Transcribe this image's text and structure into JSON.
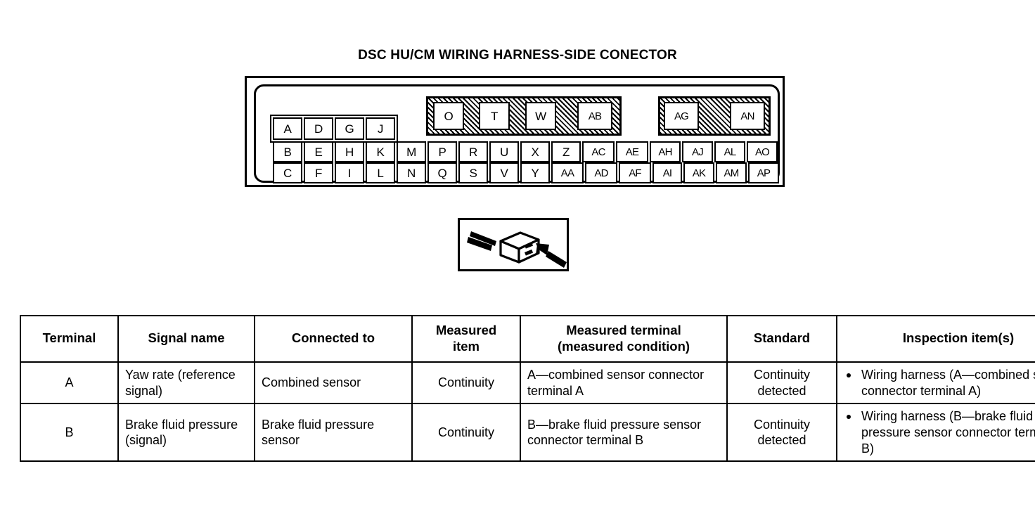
{
  "diagram": {
    "title": "DSC HU/CM WIRING HARNESS-SIDE CONECTOR",
    "connector": {
      "top_row": {
        "plain_group": [
          "A",
          "D",
          "G",
          "J"
        ],
        "hatched_group_1": [
          "O",
          "T",
          "W",
          "AB"
        ],
        "hatched_group_2": [
          "AG",
          "AN"
        ]
      },
      "middle_row": [
        "B",
        "E",
        "H",
        "K",
        "M",
        "P",
        "R",
        "U",
        "X",
        "Z",
        "AC",
        "AE",
        "AH",
        "AJ",
        "AL",
        "AO"
      ],
      "bottom_row": [
        "C",
        "F",
        "I",
        "L",
        "N",
        "Q",
        "S",
        "V",
        "Y",
        "AA",
        "AD",
        "AF",
        "AI",
        "AK",
        "AM",
        "AP"
      ]
    },
    "illustration": {
      "name": "connector-with-arrow-illustration"
    }
  },
  "table": {
    "headers": {
      "terminal": "Terminal",
      "signal_name": "Signal name",
      "connected_to": "Connected to",
      "measured_item_line1": "Measured",
      "measured_item_line2": "item",
      "measured_terminal_line1": "Measured terminal",
      "measured_terminal_line2": "(measured condition)",
      "standard": "Standard",
      "inspection_items": "Inspection item(s)"
    },
    "rows": [
      {
        "terminal": "A",
        "signal_name": "Yaw rate (reference signal)",
        "connected_to": "Combined sensor",
        "measured_item": "Continuity",
        "measured_terminal": "A—combined sensor connector terminal A",
        "standard": "Continuity detected",
        "inspection_items": [
          "Wiring harness (A—combined sensor connector terminal A)"
        ]
      },
      {
        "terminal": "B",
        "signal_name": "Brake fluid pressure (signal)",
        "connected_to": "Brake fluid pressure sensor",
        "measured_item": "Continuity",
        "measured_terminal": "B—brake fluid pressure sensor connector terminal B",
        "standard": "Continuity detected",
        "inspection_items": [
          "Wiring harness (B—brake fluid pressure sensor connector terminal B)"
        ]
      }
    ]
  },
  "colors": {
    "ink": "#000000",
    "paper": "#ffffff"
  }
}
